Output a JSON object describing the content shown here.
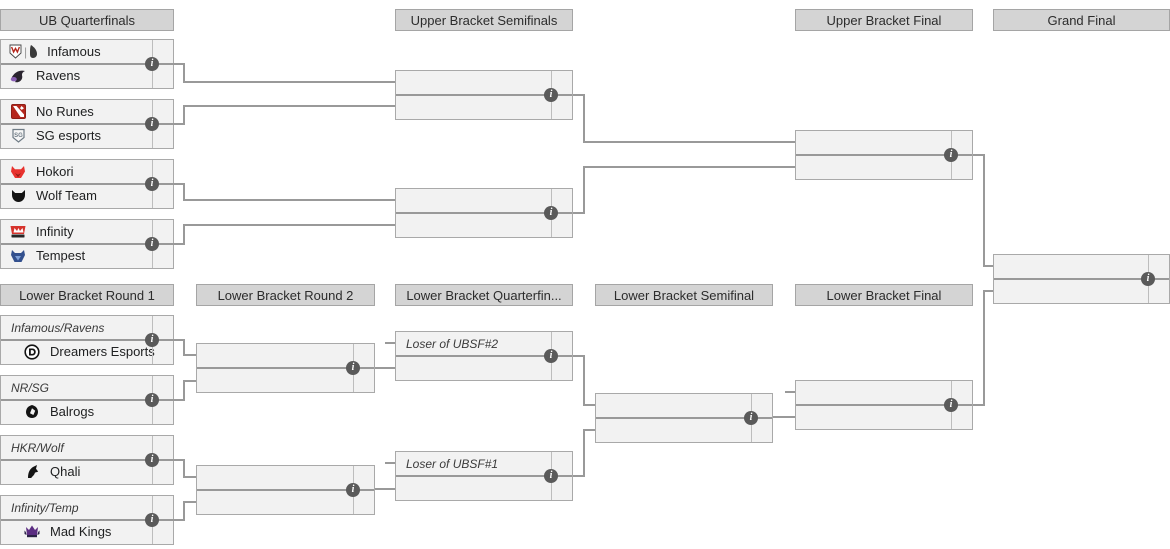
{
  "headers": {
    "ubqf": "UB Quarterfinals",
    "ubsf": "Upper Bracket Semifinals",
    "ubf": "Upper Bracket Final",
    "gf": "Grand Final",
    "lbr1": "Lower Bracket Round 1",
    "lbr2": "Lower Bracket Round 2",
    "lbqf": "Lower Bracket Quarterfin...",
    "lbsf": "Lower Bracket Semifinal",
    "lbf": "Lower Bracket Final"
  },
  "teams": {
    "infamous": "Infamous",
    "ravens": "Ravens",
    "no_runes": "No Runes",
    "sg_esports": "SG esports",
    "hokori": "Hokori",
    "wolf_team": "Wolf Team",
    "infinity": "Infinity",
    "tempest": "Tempest",
    "dreamers": "Dreamers Esports",
    "balrogs": "Balrogs",
    "qhali": "Qhali",
    "mad_kings": "Mad Kings"
  },
  "placeholders": {
    "infamous_ravens": "Infamous/Ravens",
    "nr_sg": "NR/SG",
    "hkr_wolf": "HKR/Wolf",
    "infinity_temp": "Infinity/Temp",
    "loser_ubsf2": "Loser of UBSF#2",
    "loser_ubsf1": "Loser of UBSF#1"
  },
  "icons": {
    "info_glyph": "i"
  },
  "colors": {
    "connector_line": "#999999",
    "box_fill": "#f2f2f2",
    "box_border": "#a9a9a9",
    "header_fill": "#d4d4d4",
    "info_icon": "#5a5a5a"
  }
}
